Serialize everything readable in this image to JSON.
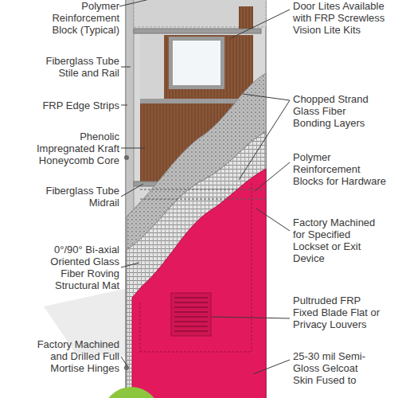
{
  "diagram": {
    "labels": [
      "Polymer Reinforcement Block (Typical)",
      "Fiberglass Tube Stile and Rail",
      "FRP Edge Strips",
      "Phenolic Impregnated Kraft Honeycomb Core",
      "Fiberglass Tube Midrail",
      "0°/90° Bi-axial Oriented Glass Fiber Roving Structural Mat",
      "Factory Machined and Drilled Full Mortise Hinges",
      "Door Lites Available with FRP Screwless Vision Lite Kits",
      "Chopped Strand Glass Fiber Bonding Layers",
      "Polymer Reinforcement Blocks for Hardware",
      "Factory Machined for Specified Lockset or Exit Device",
      "Pultruded FRP Fixed Blade Flat or Privacy Louvers",
      "25-30 mil Semi-Gloss Gelcoat Skin Fused to"
    ]
  }
}
